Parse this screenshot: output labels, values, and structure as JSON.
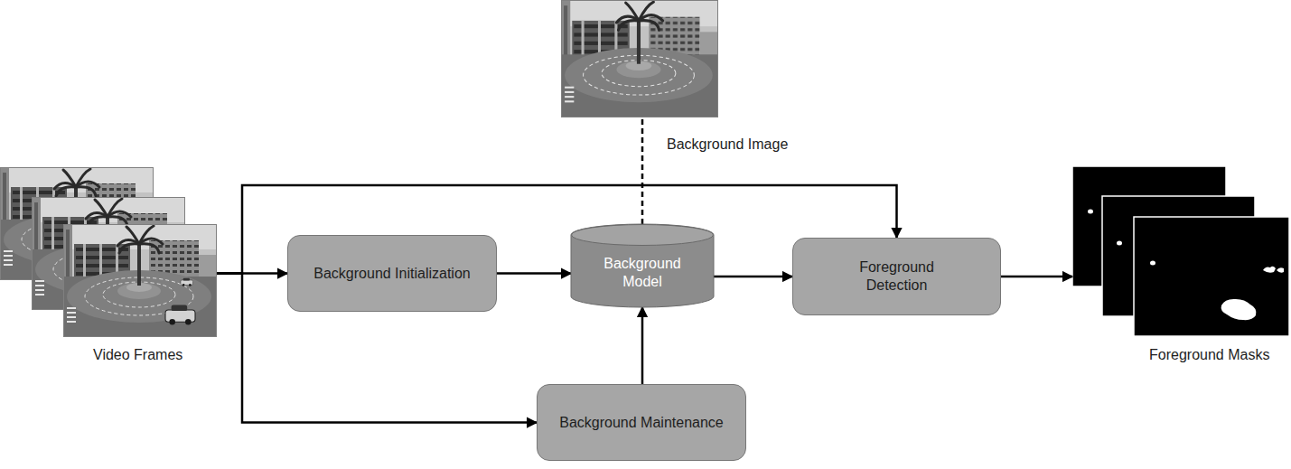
{
  "diagram": {
    "nodes": [
      {
        "text": [
          "Background Image"
        ]
      },
      {
        "text": [
          "Video Frames"
        ]
      },
      {
        "text": [
          "Background Initialization"
        ]
      },
      {
        "text": [
          "Background Model"
        ]
      },
      {
        "text": [
          "Foreground Detection"
        ]
      },
      {
        "text": [
          "Foreground Masks"
        ]
      },
      {
        "text": [
          "Background Maintenance"
        ]
      }
    ],
    "edges": [
      {
        "from": 1,
        "to": 2,
        "arrow": "to"
      },
      {
        "from": 1,
        "to": 4,
        "arrow": "to"
      },
      {
        "from": 1,
        "to": 6,
        "arrow": "to"
      },
      {
        "from": 2,
        "to": 3,
        "arrow": "to"
      },
      {
        "from": 6,
        "to": 3,
        "arrow": "to"
      },
      {
        "from": 3,
        "to": 4,
        "arrow": "to"
      },
      {
        "from": 4,
        "to": 5,
        "arrow": "to"
      },
      {
        "from": 3,
        "to": 0,
        "arrow": "none"
      }
    ]
  }
}
